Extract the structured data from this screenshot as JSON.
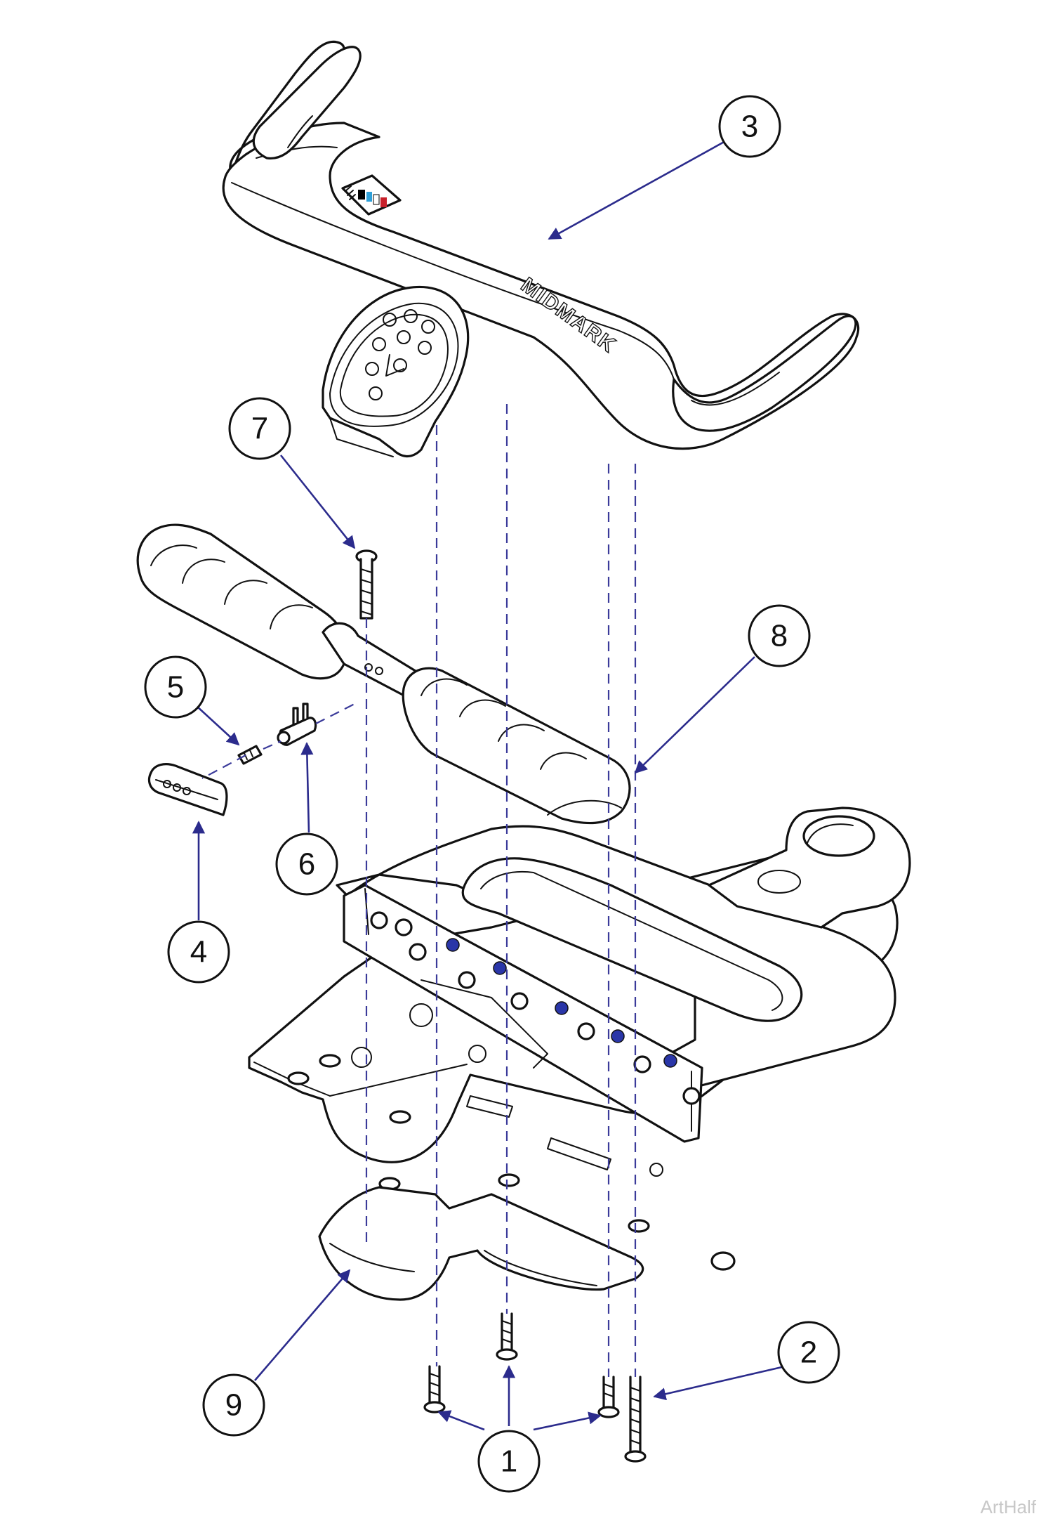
{
  "diagram": {
    "brand_label": "MIDMARK",
    "callouts": [
      {
        "id": "1",
        "label": "1"
      },
      {
        "id": "2",
        "label": "2"
      },
      {
        "id": "3",
        "label": "3"
      },
      {
        "id": "4",
        "label": "4"
      },
      {
        "id": "5",
        "label": "5"
      },
      {
        "id": "6",
        "label": "6"
      },
      {
        "id": "7",
        "label": "7"
      },
      {
        "id": "8",
        "label": "8"
      },
      {
        "id": "9",
        "label": "9"
      }
    ],
    "colors": {
      "line": "#111111",
      "leader": "#2b2b8c",
      "stud": "#2a36a8"
    }
  },
  "watermark": "ArtHalf"
}
